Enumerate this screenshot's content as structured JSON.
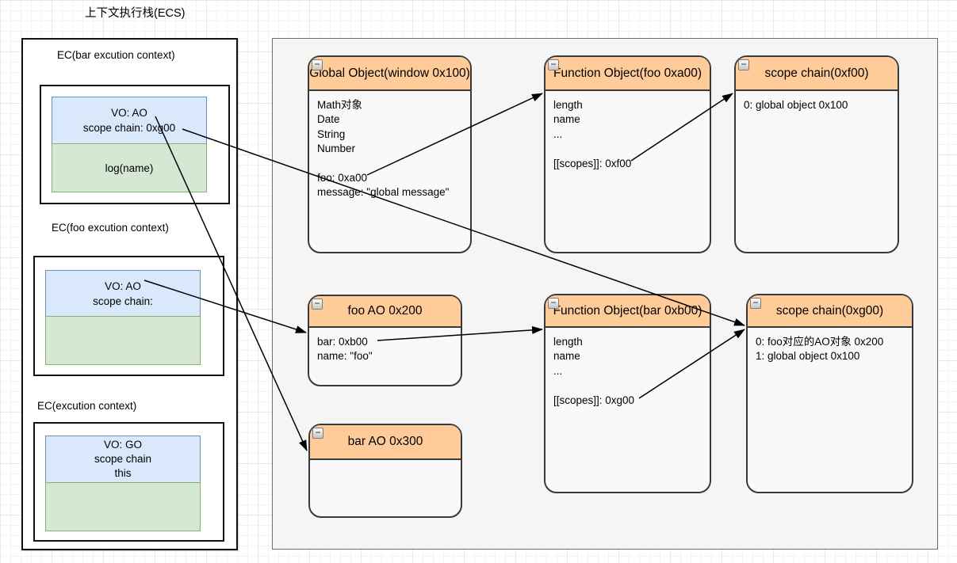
{
  "title": "上下文执行栈(ECS)",
  "collapse_glyph": "−",
  "ecs": {
    "contexts": [
      {
        "label": "EC(bar excution context)",
        "vo_lines": [
          "VO: AO",
          "scope chain: 0xg00"
        ],
        "fn_lines": [
          "log(name)"
        ]
      },
      {
        "label": "EC(foo excution context)",
        "vo_lines": [
          "VO: AO",
          "scope chain:"
        ],
        "fn_lines": []
      },
      {
        "label": "EC(excution context)",
        "vo_lines": [
          "VO: GO",
          "scope chain",
          "this"
        ],
        "fn_lines": []
      }
    ]
  },
  "heap": {
    "objects": [
      {
        "title": "Global Object(window 0x100)",
        "lines": [
          "Math对象",
          "Date",
          "String",
          "Number",
          "",
          "foo: 0xa00",
          "message: \"global message\""
        ]
      },
      {
        "title": "Function Object(foo 0xa00)",
        "lines": [
          "length",
          "name",
          "...",
          "",
          "[[scopes]]: 0xf00"
        ]
      },
      {
        "title": "scope chain(0xf00)",
        "lines": [
          "0: global object 0x100"
        ]
      },
      {
        "title": "foo AO 0x200",
        "lines": [
          "bar: 0xb00",
          "name: \"foo\""
        ]
      },
      {
        "title": "Function Object(bar 0xb00)",
        "lines": [
          "length",
          "name",
          "...",
          "",
          "[[scopes]]: 0xg00"
        ]
      },
      {
        "title": "scope chain(0xg00)",
        "lines": [
          "0: foo对应的AO对象 0x200",
          "1: global object 0x100"
        ]
      },
      {
        "title": "bar AO 0x300",
        "lines": []
      }
    ]
  },
  "arrows": [
    {
      "from": "EC(bar) scope chain: 0xg00",
      "to": "scope chain(0xg00)"
    },
    {
      "from": "EC(bar) VO: AO",
      "to": "bar AO 0x300"
    },
    {
      "from": "EC(foo) VO: AO",
      "to": "foo AO 0x200"
    },
    {
      "from": "Global Object foo: 0xa00",
      "to": "Function Object(foo 0xa00)"
    },
    {
      "from": "Function Object(foo) [[scopes]]: 0xf00",
      "to": "scope chain(0xf00)"
    },
    {
      "from": "foo AO bar: 0xb00",
      "to": "Function Object(bar 0xb00)"
    },
    {
      "from": "Function Object(bar) [[scopes]]: 0xg00",
      "to": "scope chain(0xg00)"
    }
  ],
  "colors": {
    "header_orange": "#ffcc99",
    "node_border": "#36393d",
    "blue_fill": "#dae8fc",
    "blue_border": "#6c8ebf",
    "green_fill": "#d5e8d4",
    "green_border": "#82b366",
    "panel_bg": "#f5f5f5"
  }
}
